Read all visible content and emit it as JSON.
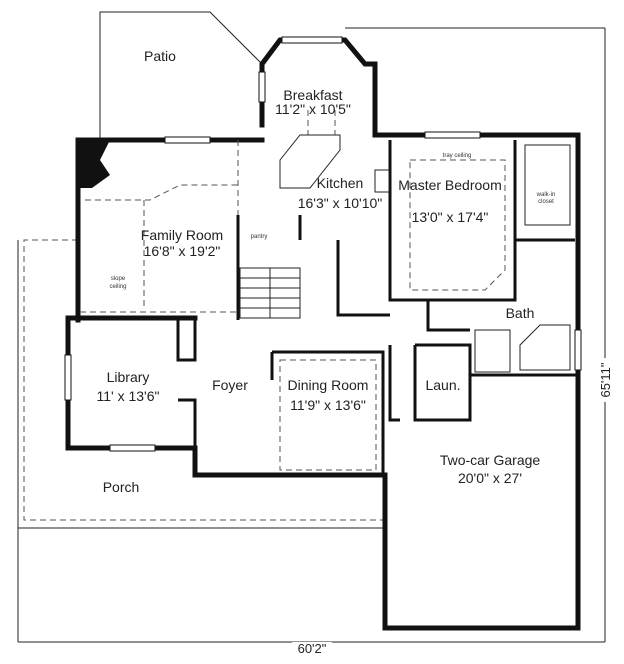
{
  "plan": {
    "overall_width": "60'2\"",
    "overall_depth": "65'11\"",
    "rooms": [
      {
        "name": "Patio",
        "size": ""
      },
      {
        "name": "Breakfast",
        "size": "11'2\" x 10'5\""
      },
      {
        "name": "Kitchen",
        "size": "16'3\" x 10'10\""
      },
      {
        "name": "Family Room",
        "size": "16'8\" x 19'2\""
      },
      {
        "name": "Master Bedroom",
        "size": "13'0\" x 17'4\""
      },
      {
        "name": "Bath",
        "size": ""
      },
      {
        "name": "Library",
        "size": "11' x 13'6\""
      },
      {
        "name": "Foyer",
        "size": ""
      },
      {
        "name": "Dining Room",
        "size": "11'9\" x 13'6\""
      },
      {
        "name": "Laun.",
        "size": ""
      },
      {
        "name": "Two-car Garage",
        "size": "20'0\" x 27'"
      },
      {
        "name": "Porch",
        "size": ""
      }
    ],
    "notes": {
      "tray_ceiling": "tray ceiling",
      "walk_in_closet_1": "walk-in",
      "walk_in_closet_2": "closet",
      "pantry": "pantry",
      "slope": "slope",
      "ceiling": "ceiling"
    }
  }
}
